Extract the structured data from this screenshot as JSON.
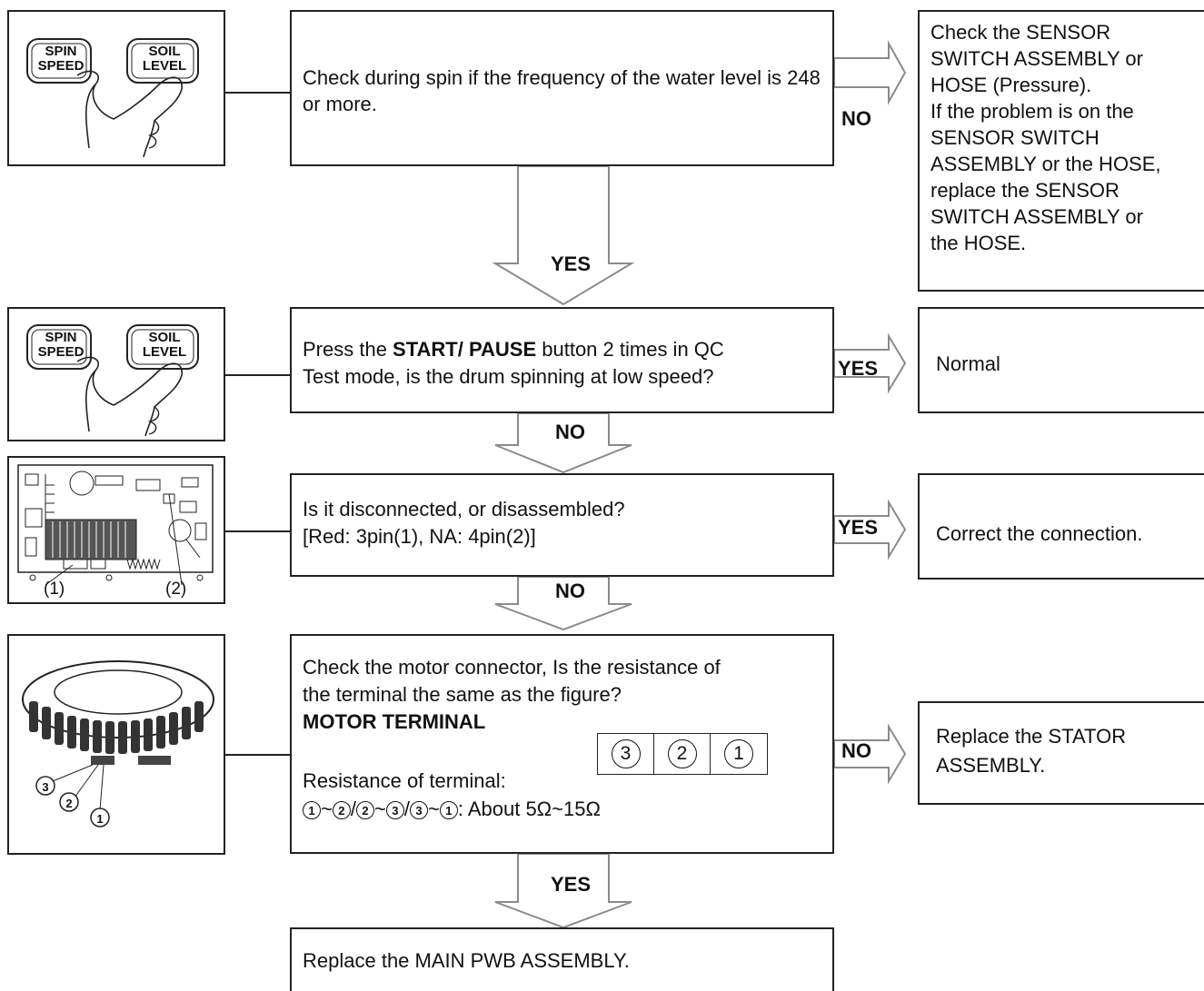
{
  "step1": {
    "text": "Check during spin if the frequency of the water level is 248 or more.",
    "no_label": "NO",
    "yes_label": "YES",
    "no_result": "Check the SENSOR SWITCH ASSEMBLY or HOSE (Pressure). If the problem is on the SENSOR SWITCH ASSEMBLY or the HOSE, replace the SENSOR SWITCH ASSEMBLY or the HOSE.",
    "no_result_lines": [
      "Check the SENSOR",
      "SWITCH ASSEMBLY or",
      "HOSE (Pressure).",
      "If the problem is on the",
      "SENSOR SWITCH",
      "ASSEMBLY or the HOSE,",
      "replace the SENSOR",
      "SWITCH ASSEMBLY or",
      "the HOSE."
    ],
    "image_buttons": [
      "SPIN\nSPEED",
      "SOIL\nLEVEL"
    ]
  },
  "step2": {
    "text_before": "Press the ",
    "text_bold": "START/ PAUSE",
    "text_after": " button 2 times in QC",
    "text_line2": "Test mode, is the drum spinning at low speed?",
    "yes_label": "YES",
    "no_label": "NO",
    "yes_result": "Normal",
    "image_buttons": [
      "SPIN\nSPEED",
      "SOIL\nLEVEL"
    ]
  },
  "step3": {
    "line1": "Is it disconnected, or disassembled?",
    "line2": "[Red: 3pin(1), NA: 4pin(2)]",
    "yes_label": "YES",
    "no_label": "NO",
    "yes_result": "Correct the connection.",
    "image_labels": [
      "(1)",
      "(2)"
    ]
  },
  "step4": {
    "line1": "Check the motor connector, Is the resistance of",
    "line2": "the terminal the same as the figure?",
    "heading": "MOTOR TERMINAL",
    "resistance_label": "Resistance of terminal:",
    "terminals": [
      "3",
      "2",
      "1"
    ],
    "range_parts": {
      "a": "1",
      "tilde1": "~",
      "b": "2",
      "slash1": "/",
      "c": "2",
      "tilde2": "~",
      "d": "3",
      "slash2": "/",
      "e": "3",
      "tilde3": "~",
      "f": "1",
      "suffix": ": About 5Ω~15Ω"
    },
    "no_label": "NO",
    "yes_label": "YES",
    "no_result_lines": [
      "Replace the STATOR",
      "ASSEMBLY."
    ],
    "image_labels": [
      "3",
      "2",
      "1"
    ]
  },
  "step5": {
    "text": "Replace the MAIN PWB ASSEMBLY."
  },
  "colors": {
    "line": "#222222",
    "arrow_fill": "#ffffff",
    "arrow_stroke": "#888888"
  }
}
